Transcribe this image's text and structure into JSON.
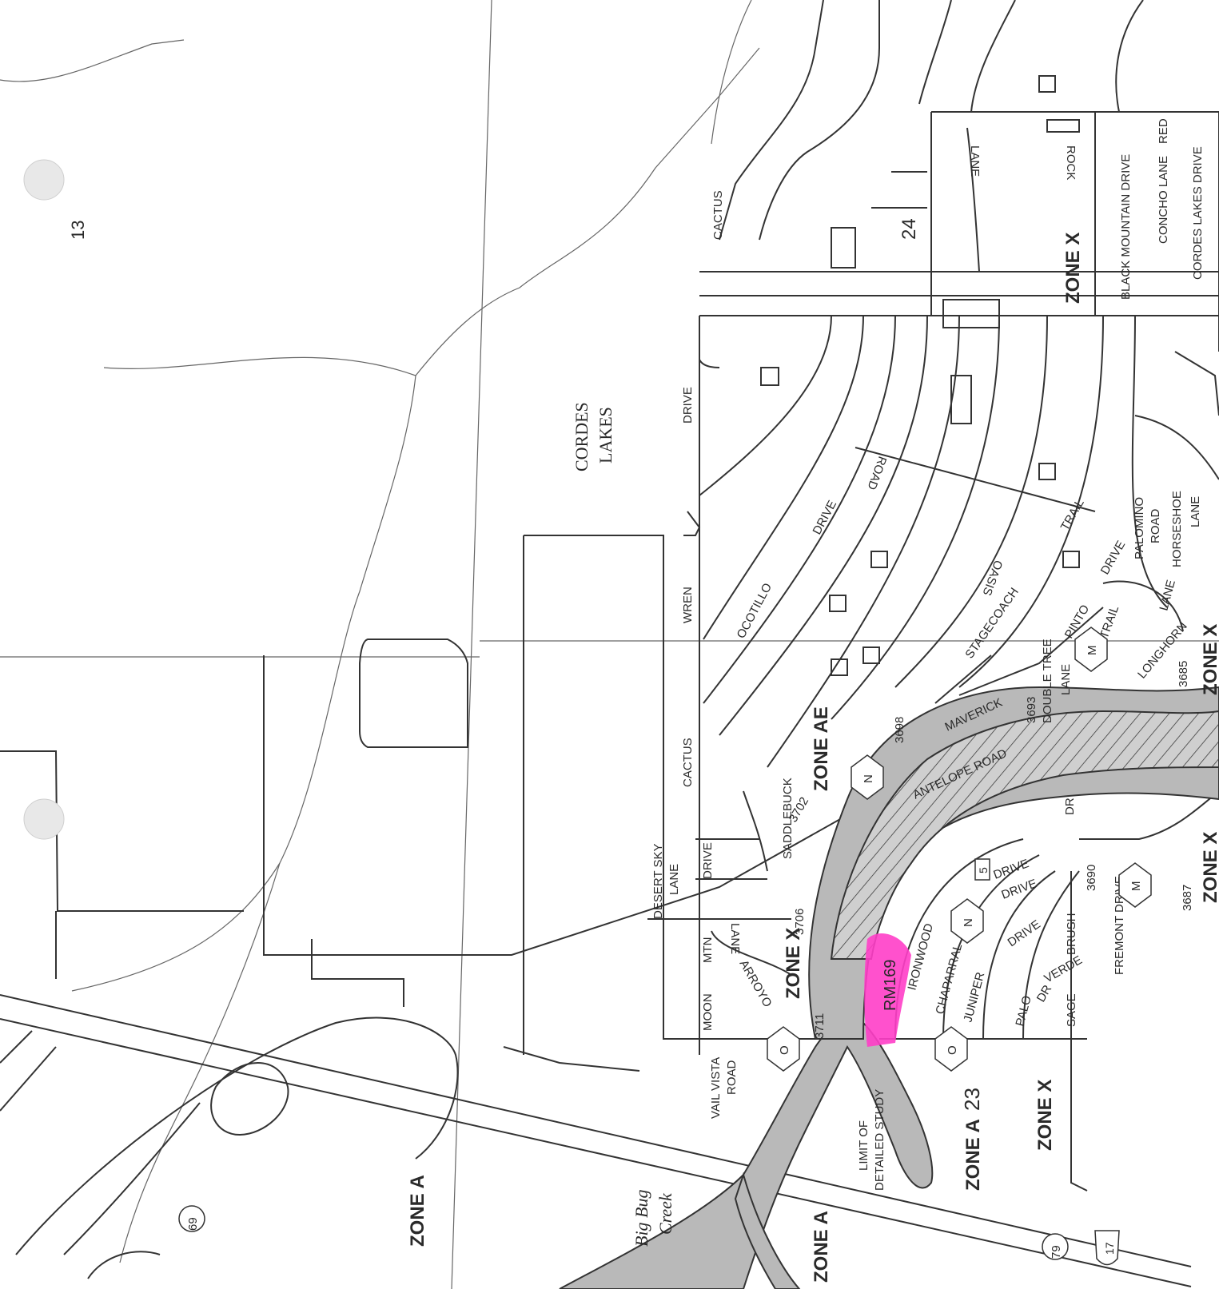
{
  "page_number": "13",
  "place_labels": {
    "cordes": "CORDES",
    "lakes": "LAKES",
    "big": "Big Bug",
    "creek": "Creek"
  },
  "zones": {
    "zone_x_top": "ZONE X",
    "zone_ae": "ZONE AE",
    "zone_x_mid": "ZONE X",
    "zone_x_lower": "ZONE X",
    "zone_a_lower": "ZONE A",
    "zone_a_left": "ZONE A",
    "zone_a_bottom": "ZONE A",
    "zone_x_right": "ZONE X",
    "zone_x_right2": "ZONE X"
  },
  "section_numbers": {
    "s24": "24",
    "s23": "23"
  },
  "highlight_label": "RM169",
  "cross_sections": {
    "c3711": "3711",
    "c3706": "3706",
    "c3702": "3702",
    "c3698": "3698",
    "c3693": "3693",
    "c3690": "3690",
    "c3687": "3687",
    "c3685": "3685"
  },
  "streets": {
    "cactus_top": "CACTUS",
    "black_mountain": "BLACK MOUNTAIN DRIVE",
    "concho": "CONCHO LANE",
    "cordes_lakes": "CORDES LAKES DRIVE",
    "red": "RED",
    "rock": "ROCK",
    "lane_top": "LANE",
    "wren": "WREN",
    "drive_wren": "DRIVE",
    "cactus_mid": "CACTUS",
    "ocotillo": "OCOTILLO",
    "ocotillo_drive": "DRIVE",
    "oasis": "OASIS",
    "road_oasis": "ROAD",
    "stagecoach": "STAGECOACH",
    "trail_stage": "TRAIL",
    "pinto": "PINTO",
    "drive_pinto": "DRIVE",
    "palomino": "PALOMINO",
    "road_palomino": "ROAD",
    "horseshoe": "HORSESHOE",
    "lane_horse": "LANE",
    "trail2": "TRAIL",
    "lane3": "LANE",
    "maverick": "MAVERICK",
    "double_tree": "DOUBLE TREE",
    "lane_dt": "LANE",
    "longhorn": "LONGHORN",
    "antelope": "ANTELOPE ROAD",
    "saddlebuck": "SADDLEBUCK",
    "desert_sky": "DESERT SKY",
    "lane_ds": "LANE",
    "moon": "MOON",
    "mtn": "MTN",
    "drive_moon": "DRIVE",
    "arroyo": "ARROYO",
    "lane_arroyo": "LANE",
    "ironwood": "IRONWOOD",
    "chaparral": "CHAPARRAL",
    "juniper": "JUNIPER",
    "palo": "PALO",
    "verde": "VERDE",
    "dr_pv": "DR",
    "sage": "SAGE",
    "brush": "BRUSH",
    "drive_brush": "DRIVE",
    "drive_a": "DRIVE",
    "drive_b": "DRIVE",
    "dr_right": "DR",
    "fremont": "FREMONT DRIVE",
    "vail": "VAIL VISTA",
    "road_vail": "ROAD",
    "limit1": "LIMIT OF",
    "limit2": "DETAILED STUDY"
  },
  "markers": {
    "m69": "69",
    "m79": "79",
    "m17": "17",
    "O1": "O",
    "O2": "O",
    "N1": "N",
    "N2": "N",
    "M1": "M",
    "M2": "M",
    "n5": "5"
  }
}
